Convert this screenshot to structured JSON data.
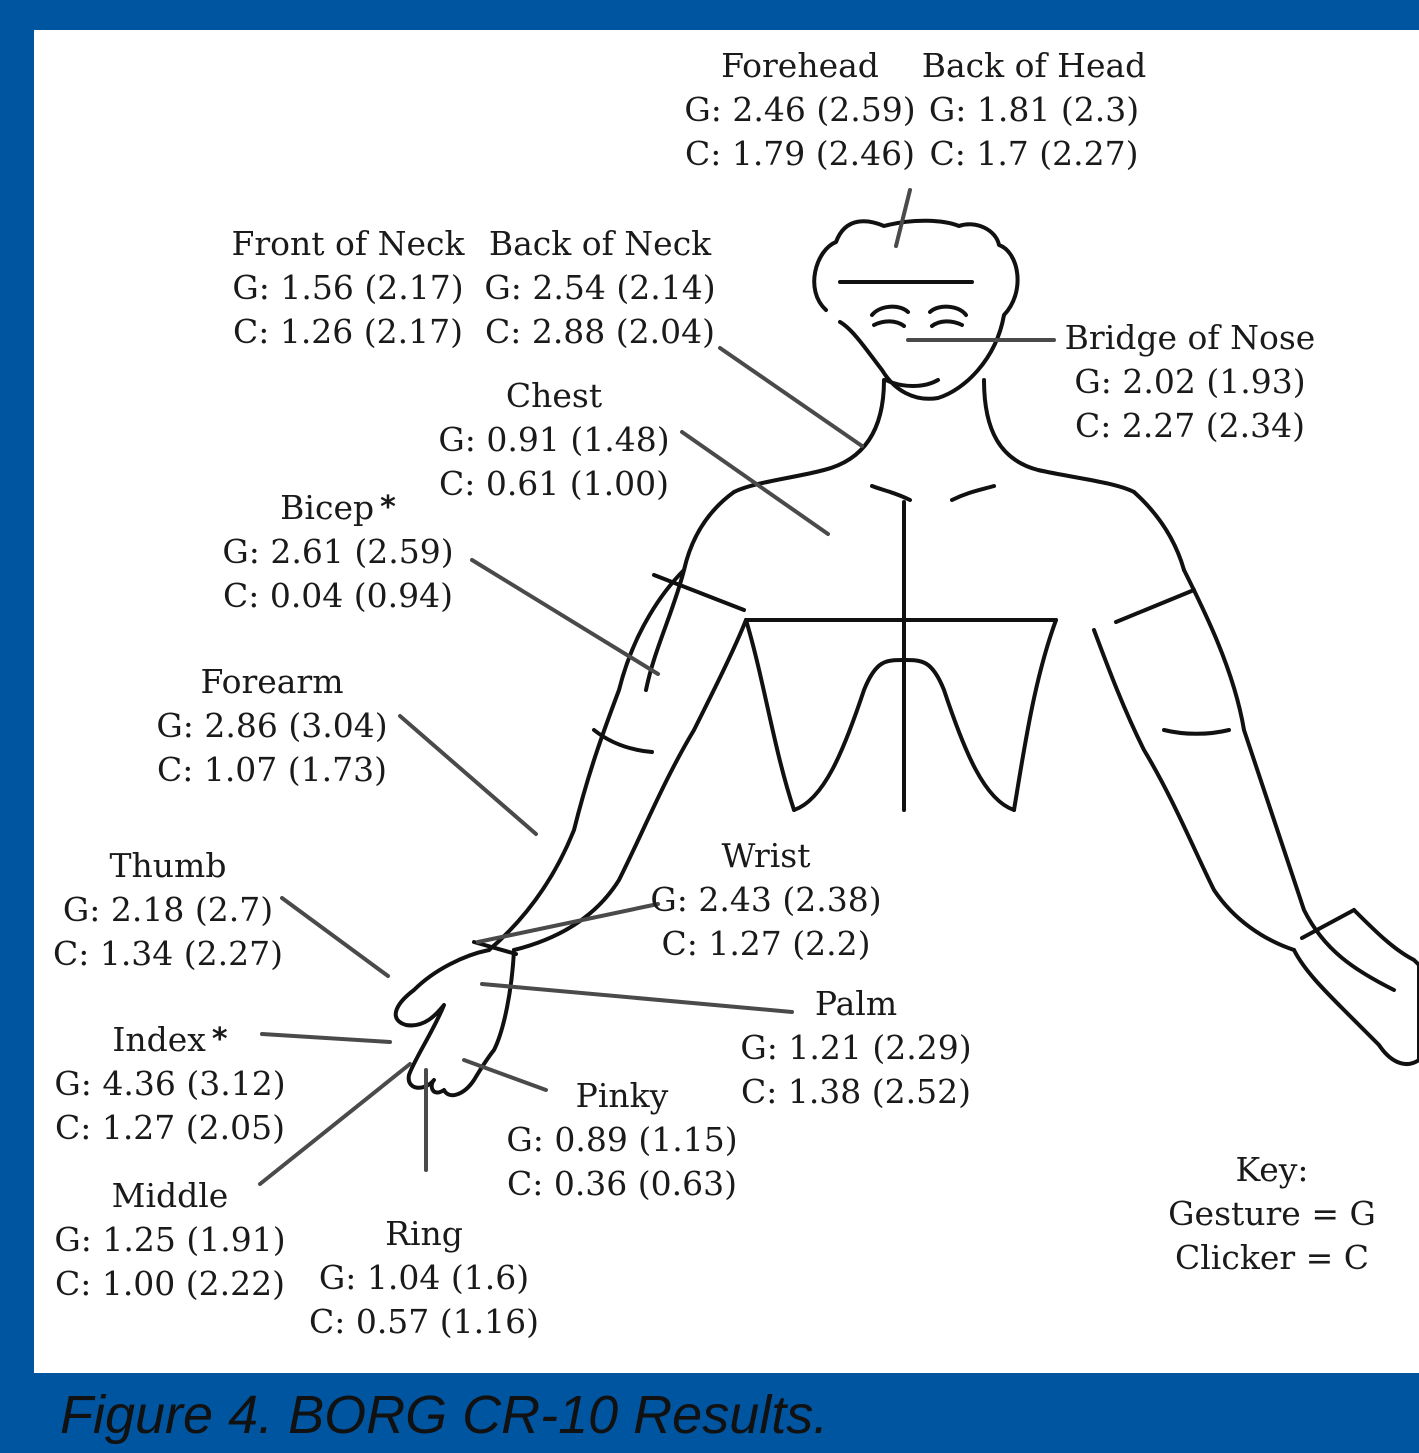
{
  "colors": {
    "border": "#0055a0",
    "panel": "#ffffff",
    "ink": "#1a1a1a",
    "leader": "#4a4a4a"
  },
  "caption": "Figure 4. BORG CR-10 Results.",
  "key": {
    "title": "Key:",
    "gesture": "Gesture = G",
    "clicker": "Clicker = C"
  },
  "regions": {
    "forehead": {
      "name": "Forehead",
      "g": "G: 2.46 (2.59)",
      "c": "C: 1.79 (2.46)"
    },
    "back_of_head": {
      "name": "Back of Head",
      "g": "G: 1.81 (2.3)",
      "c": "C: 1.7 (2.27)"
    },
    "front_of_neck": {
      "name": "Front of Neck",
      "g": "G: 1.56 (2.17)",
      "c": "C: 1.26 (2.17)"
    },
    "back_of_neck": {
      "name": "Back of Neck",
      "g": "G: 2.54 (2.14)",
      "c": "C: 2.88 (2.04)"
    },
    "bridge_of_nose": {
      "name": "Bridge of Nose",
      "g": "G: 2.02 (1.93)",
      "c": "C: 2.27 (2.34)"
    },
    "chest": {
      "name": "Chest",
      "g": "G: 0.91 (1.48)",
      "c": "C: 0.61 (1.00)"
    },
    "bicep": {
      "name": "Bicep",
      "marker": "*",
      "g": "G: 2.61 (2.59)",
      "c": "C: 0.04 (0.94)"
    },
    "forearm": {
      "name": "Forearm",
      "g": "G: 2.86 (3.04)",
      "c": "C: 1.07 (1.73)"
    },
    "thumb": {
      "name": "Thumb",
      "g": "G: 2.18 (2.7)",
      "c": "C: 1.34 (2.27)"
    },
    "wrist": {
      "name": "Wrist",
      "g": "G: 2.43 (2.38)",
      "c": "C: 1.27 (2.2)"
    },
    "palm": {
      "name": "Palm",
      "g": "G: 1.21 (2.29)",
      "c": "C: 1.38 (2.52)"
    },
    "index": {
      "name": "Index",
      "marker": "*",
      "g": "G: 4.36 (3.12)",
      "c": "C: 1.27 (2.05)"
    },
    "pinky": {
      "name": "Pinky",
      "g": "G: 0.89 (1.15)",
      "c": "C: 0.36 (0.63)"
    },
    "middle": {
      "name": "Middle",
      "g": "G: 1.25 (1.91)",
      "c": "C: 1.00 (2.22)"
    },
    "ring": {
      "name": "Ring",
      "g": "G: 1.04 (1.6)",
      "c": "C: 0.57 (1.16)"
    }
  }
}
